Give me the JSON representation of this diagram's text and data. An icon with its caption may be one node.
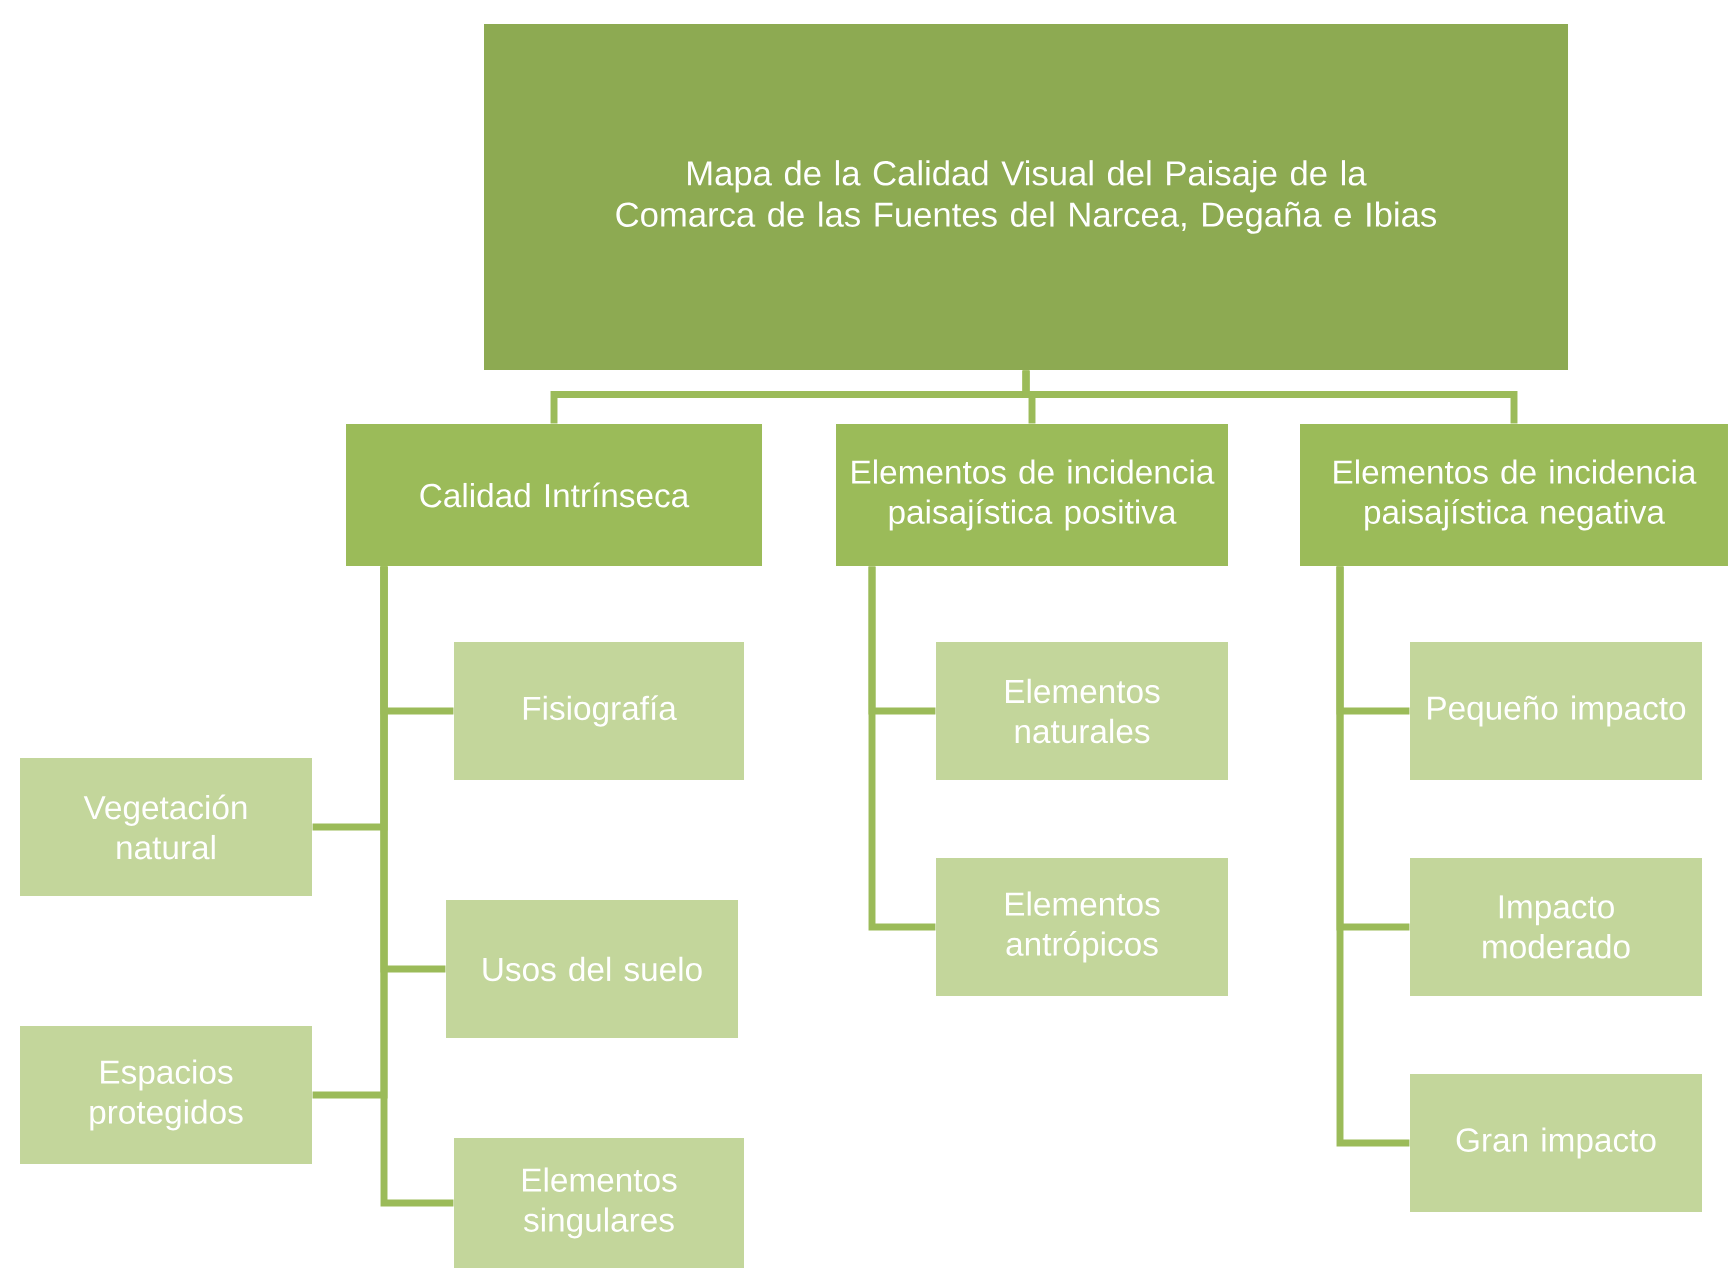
{
  "diagram": {
    "nodes": [
      {
        "text": [
          "Mapa de la Calidad Visual del Paisaje de la Comarca de las Fuentes del Narcea, Degaña e Ibias"
        ]
      },
      {
        "text": [
          "Calidad Intrínseca"
        ]
      },
      {
        "text": [
          "Elementos de incidencia paisajística positiva"
        ]
      },
      {
        "text": [
          "Elementos de incidencia paisajística negativa"
        ]
      },
      {
        "text": [
          "Fisiografía"
        ]
      },
      {
        "text": [
          "Vegetación natural"
        ]
      },
      {
        "text": [
          "Usos del suelo"
        ]
      },
      {
        "text": [
          "Espacios protegidos"
        ]
      },
      {
        "text": [
          "Elementos singulares"
        ]
      },
      {
        "text": [
          "Elementos naturales"
        ]
      },
      {
        "text": [
          "Elementos antrópicos"
        ]
      },
      {
        "text": [
          "Pequeño impacto"
        ]
      },
      {
        "text": [
          "Impacto moderado"
        ]
      },
      {
        "text": [
          "Gran impacto"
        ]
      }
    ],
    "edges": [
      {
        "from": 0,
        "to": 1,
        "arrow": "none"
      },
      {
        "from": 0,
        "to": 2,
        "arrow": "none"
      },
      {
        "from": 0,
        "to": 3,
        "arrow": "none"
      },
      {
        "from": 1,
        "to": 4,
        "arrow": "none"
      },
      {
        "from": 1,
        "to": 5,
        "arrow": "none"
      },
      {
        "from": 1,
        "to": 6,
        "arrow": "none"
      },
      {
        "from": 1,
        "to": 7,
        "arrow": "none"
      },
      {
        "from": 1,
        "to": 8,
        "arrow": "none"
      },
      {
        "from": 2,
        "to": 9,
        "arrow": "none"
      },
      {
        "from": 2,
        "to": 10,
        "arrow": "none"
      },
      {
        "from": 3,
        "to": 11,
        "arrow": "none"
      },
      {
        "from": 3,
        "to": 12,
        "arrow": "none"
      },
      {
        "from": 3,
        "to": 13,
        "arrow": "none"
      }
    ]
  }
}
